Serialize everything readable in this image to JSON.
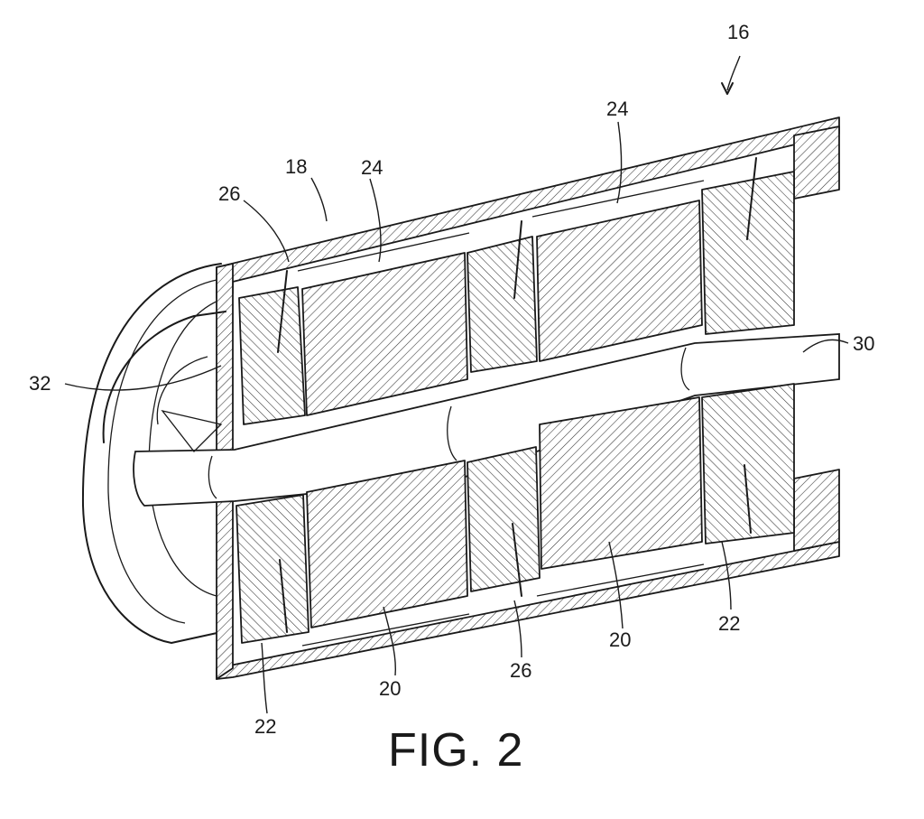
{
  "figure": {
    "caption": "FIG. 2",
    "labels": {
      "ref_16": "16",
      "ref_18": "18",
      "ref_24_left": "24",
      "ref_24_right": "24",
      "ref_26_top": "26",
      "ref_26_bottom": "26",
      "ref_30": "30",
      "ref_32": "32",
      "ref_20_left": "20",
      "ref_20_right": "20",
      "ref_22_left": "22",
      "ref_22_right": "22"
    }
  }
}
